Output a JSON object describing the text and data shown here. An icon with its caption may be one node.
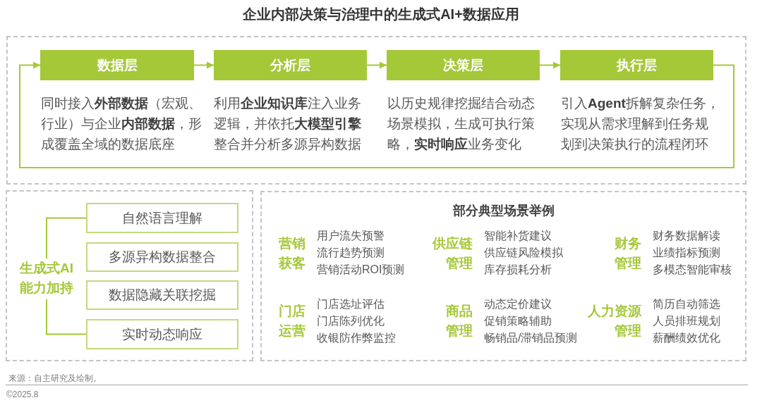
{
  "diagram": {
    "title": "企业内部决策与治理中的生成式AI+数据应用",
    "nodes": [
      {
        "text": [],
        "shape": "box"
      },
      {
        "text": [
          "数据层"
        ],
        "in": 0,
        "beside": [
          "同时接入**外部数据**（宏观、行业）与企业**内部数据**，形成覆盖全域的数据底座"
        ]
      },
      {
        "text": [
          "分析层"
        ],
        "in": 0,
        "beside": [
          "利用**企业知识库**注入业务逻辑，并依托**大模型引擎**整合并分析多源异构数据"
        ]
      },
      {
        "text": [
          "决策层"
        ],
        "in": 0,
        "beside": [
          "以历史规律挖掘结合动态场景模拟，生成可执行策略，**实时响应**业务变化"
        ]
      },
      {
        "text": [
          "执行层"
        ],
        "in": 0,
        "beside": [
          "引入**Agent**拆解复杂任务，实现从需求理解到任务规划到决策执行的流程闭环"
        ]
      },
      {
        "text": [],
        "shape": "box"
      },
      {
        "text": [
          "生成式AI能力加持"
        ],
        "in": 5
      },
      {
        "text": [
          "自然语言理解"
        ],
        "in": 5
      },
      {
        "text": [
          "多源异构数据整合"
        ],
        "in": 5
      },
      {
        "text": [
          "数据隐藏关联挖掘"
        ],
        "in": 5
      },
      {
        "text": [
          "实时动态响应"
        ],
        "in": 5
      },
      {
        "text": [
          "部分典型场景举例"
        ]
      }
    ],
    "edges": [
      {
        "from": 1,
        "to": 2,
        "arrow": "to"
      },
      {
        "from": 2,
        "to": 3,
        "arrow": "to"
      },
      {
        "from": 3,
        "to": 4,
        "arrow": "to"
      },
      {
        "from": 4,
        "to": 1,
        "arrow": "to"
      },
      {
        "from": 6,
        "to": 7,
        "arrow": "none"
      },
      {
        "from": 6,
        "to": 10,
        "arrow": "none"
      }
    ],
    "labels": [
      "营销获客",
      "用户流失预警",
      "流行趋势预测",
      "营销活动ROI预测",
      "供应链管理",
      "智能补货建议",
      "供应链风险模拟",
      "库存损耗分析",
      "财务管理",
      "财务数据解读",
      "业绩指标预测",
      "多模态智能审核",
      "门店运营",
      "门店选址评估",
      "门店陈列优化",
      "收银防作弊监控",
      "商品管理",
      "动态定价建议",
      "促销策略辅助",
      "畅销品/滞销品预测",
      "人力资源管理",
      "简历自动筛选",
      "人员排班规划",
      "薪酬绩效优化",
      "来源：自主研究及绘制。",
      "©2025.8"
    ]
  }
}
